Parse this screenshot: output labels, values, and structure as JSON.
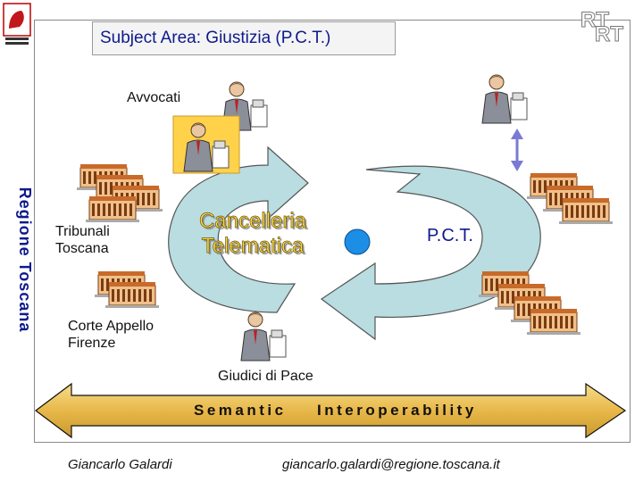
{
  "header": {
    "title": "Subject Area: Giustizia (P.C.T.)",
    "logo_left": "Regione Toscana logo",
    "logo_right": "RT logo"
  },
  "sidebar": {
    "vertical_title": "Regione Toscana"
  },
  "diagram": {
    "avvocati": "Avvocati",
    "tribunali": "Tribunali\nToscana",
    "cancelleria": "Cancelleria\nTelematica",
    "pct": "P.C.T.",
    "corte": "Corte Appello\nFirenze",
    "giudici": "Giudici di Pace"
  },
  "banner": {
    "semantic": "Semantic",
    "interoperability": "Interoperability"
  },
  "footer": {
    "author": "Giancarlo Galardi",
    "email": "giancarlo.galardi@regione.toscana.it"
  },
  "colors": {
    "title_text": "#0e1a8c",
    "cycle_fill": "#b9dde0",
    "banner_fill": "#e8b84a",
    "cancelleria_text": "#ffd94a",
    "dot": "#1c8ee6"
  },
  "icons": [
    "building-icon",
    "lawyer-icon",
    "judge-icon",
    "double-arrow-icon",
    "blue-dot-icon"
  ]
}
